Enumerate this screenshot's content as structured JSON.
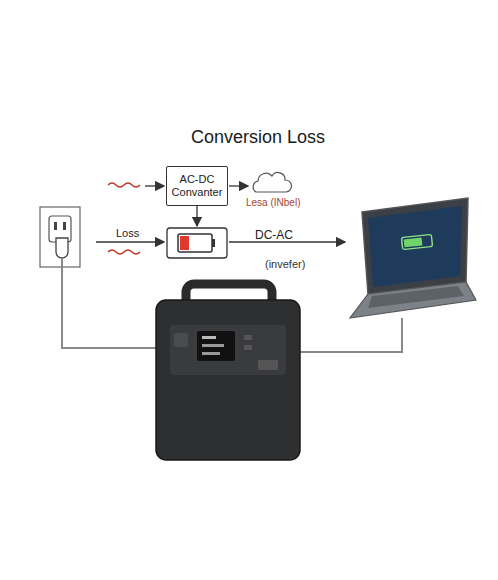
{
  "diagram": {
    "title": "Conversion Loss",
    "nodes": [
      {
        "text": [
          "AC-DC Convanter"
        ]
      }
    ],
    "labels": [
      "Lesa (INbel)",
      "Loss",
      "DC-AC",
      "(invefer)"
    ]
  }
}
